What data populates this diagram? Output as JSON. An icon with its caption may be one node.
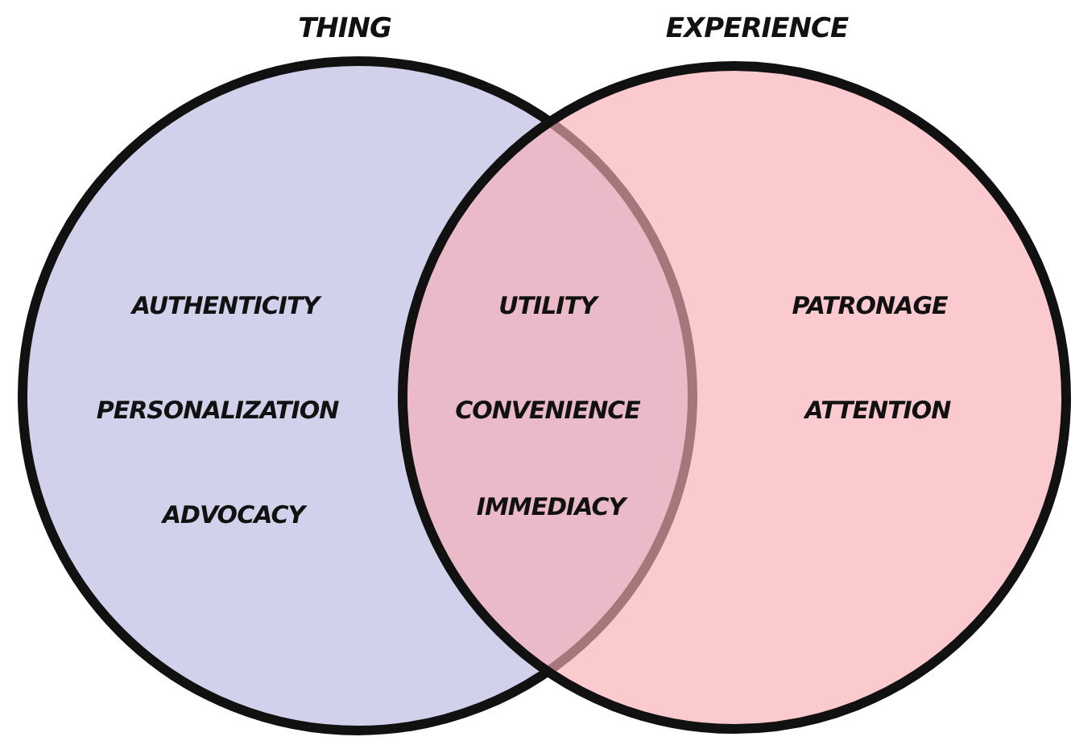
{
  "diagram": {
    "nodes": [
      {
        "text": [
          "THING",
          "AUTHENTICITY",
          "PERSONALIZATION",
          "ADVOCACY"
        ]
      },
      {
        "text": [
          "EXPERIENCE",
          "PATRONAGE",
          "ATTENTION"
        ]
      }
    ],
    "labels": [
      "UTILITY",
      "CONVENIENCE",
      "IMMEDIACY"
    ]
  }
}
